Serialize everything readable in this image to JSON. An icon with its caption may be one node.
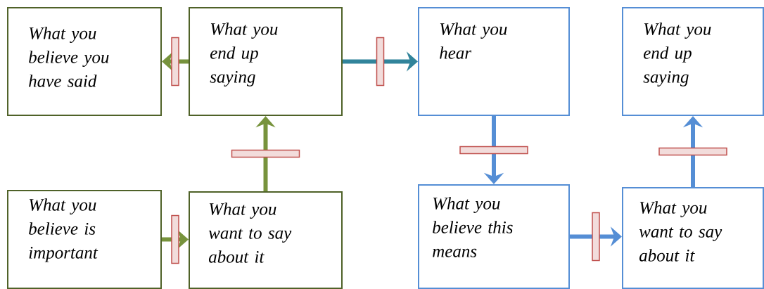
{
  "diagram": {
    "nodes": [
      {
        "text": [
          "What you believe you have said"
        ]
      },
      {
        "text": [
          "What you end up saying"
        ]
      },
      {
        "text": [
          "What you hear"
        ]
      },
      {
        "text": [
          "What you end up saying"
        ]
      },
      {
        "text": [
          "What you believe is important"
        ]
      },
      {
        "text": [
          "What you want to say about it"
        ]
      },
      {
        "text": [
          "What you believe this means"
        ]
      },
      {
        "text": [
          "What you want to say about it"
        ]
      }
    ],
    "edges": [
      {
        "from": 1,
        "to": 0,
        "arrow": "to",
        "color": "#77933c"
      },
      {
        "from": 1,
        "to": 2,
        "arrow": "to",
        "color": "#31849b"
      },
      {
        "from": 5,
        "to": 1,
        "arrow": "to",
        "color": "#77933c"
      },
      {
        "from": 4,
        "to": 5,
        "arrow": "to",
        "color": "#77933c"
      },
      {
        "from": 2,
        "to": 6,
        "arrow": "to",
        "color": "#558ed5"
      },
      {
        "from": 6,
        "to": 7,
        "arrow": "to",
        "color": "#558ed5"
      },
      {
        "from": 7,
        "to": 3,
        "arrow": "to",
        "color": "#558ed5"
      }
    ]
  }
}
